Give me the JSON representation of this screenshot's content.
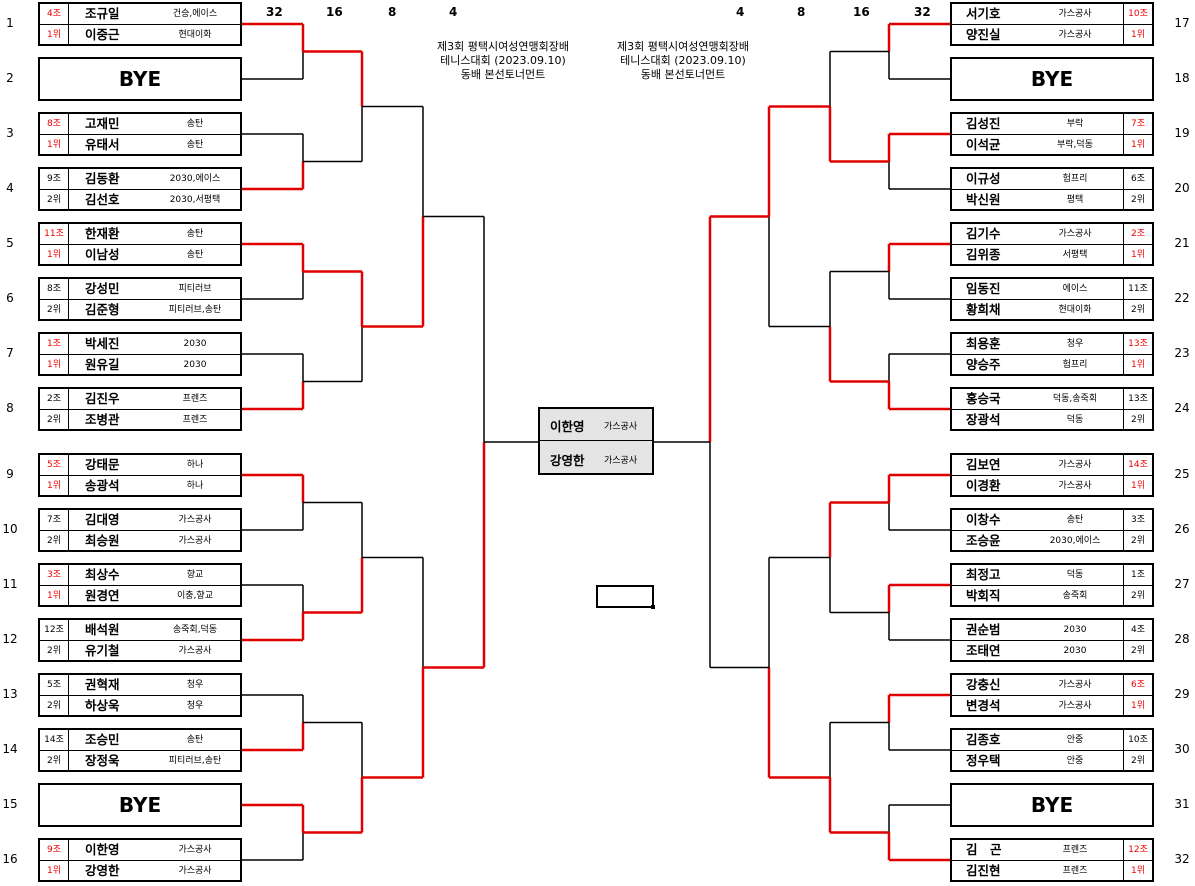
{
  "title": {
    "line1": "제3회 평택시여성연맹회장배",
    "line2": "테니스대회 (2023.09.10)",
    "line3": "동배 본선토너먼트"
  },
  "rounds": {
    "left": [
      "32",
      "16",
      "8",
      "4"
    ],
    "right": [
      "4",
      "8",
      "16",
      "32"
    ]
  },
  "bye_label": "BYE",
  "left_slots": [
    {
      "idx": "1",
      "t": "m",
      "p1": {
        "name": "조규일",
        "club": "건승,에이스"
      },
      "p2": {
        "name": "이중근",
        "club": "현대이화"
      },
      "g1": "4조",
      "g2": "1위",
      "red": true
    },
    {
      "idx": "2",
      "t": "bye"
    },
    {
      "idx": "3",
      "t": "m",
      "p1": {
        "name": "고재민",
        "club": "송탄"
      },
      "p2": {
        "name": "유태서",
        "club": "송탄"
      },
      "g1": "8조",
      "g2": "1위",
      "red": true
    },
    {
      "idx": "4",
      "t": "m",
      "p1": {
        "name": "김동환",
        "club": "2030,에이스"
      },
      "p2": {
        "name": "김선호",
        "club": "2030,서평택"
      },
      "g1": "9조",
      "g2": "2위",
      "red": false
    },
    {
      "idx": "5",
      "t": "m",
      "p1": {
        "name": "한재환",
        "club": "송탄"
      },
      "p2": {
        "name": "이남성",
        "club": "송탄"
      },
      "g1": "11조",
      "g2": "1위",
      "red": true
    },
    {
      "idx": "6",
      "t": "m",
      "p1": {
        "name": "강성민",
        "club": "피티러브"
      },
      "p2": {
        "name": "김준형",
        "club": "피티러브,송탄"
      },
      "g1": "8조",
      "g2": "2위",
      "red": false
    },
    {
      "idx": "7",
      "t": "m",
      "p1": {
        "name": "박세진",
        "club": "2030"
      },
      "p2": {
        "name": "원유길",
        "club": "2030"
      },
      "g1": "1조",
      "g2": "1위",
      "red": true
    },
    {
      "idx": "8",
      "t": "m",
      "p1": {
        "name": "김진우",
        "club": "프렌즈"
      },
      "p2": {
        "name": "조병관",
        "club": "프렌즈"
      },
      "g1": "2조",
      "g2": "2위",
      "red": false
    },
    {
      "idx": "9",
      "t": "m",
      "p1": {
        "name": "강태문",
        "club": "하나"
      },
      "p2": {
        "name": "송광석",
        "club": "하나"
      },
      "g1": "5조",
      "g2": "1위",
      "red": true
    },
    {
      "idx": "10",
      "t": "m",
      "p1": {
        "name": "김대영",
        "club": "가스공사"
      },
      "p2": {
        "name": "최승원",
        "club": "가스공사"
      },
      "g1": "7조",
      "g2": "2위",
      "red": false
    },
    {
      "idx": "11",
      "t": "m",
      "p1": {
        "name": "최상수",
        "club": "향교"
      },
      "p2": {
        "name": "원경연",
        "club": "이충,향교"
      },
      "g1": "3조",
      "g2": "1위",
      "red": true
    },
    {
      "idx": "12",
      "t": "m",
      "p1": {
        "name": "배석원",
        "club": "송죽회,덕동"
      },
      "p2": {
        "name": "유기철",
        "club": "가스공사"
      },
      "g1": "12조",
      "g2": "2위",
      "red": false
    },
    {
      "idx": "13",
      "t": "m",
      "p1": {
        "name": "권혁재",
        "club": "청우"
      },
      "p2": {
        "name": "하상욱",
        "club": "청우"
      },
      "g1": "5조",
      "g2": "2위",
      "red": false
    },
    {
      "idx": "14",
      "t": "m",
      "p1": {
        "name": "조승민",
        "club": "송탄"
      },
      "p2": {
        "name": "장정욱",
        "club": "피티러브,송탄"
      },
      "g1": "14조",
      "g2": "2위",
      "red": false
    },
    {
      "idx": "15",
      "t": "bye"
    },
    {
      "idx": "16",
      "t": "m",
      "p1": {
        "name": "이한영",
        "club": "가스공사"
      },
      "p2": {
        "name": "강영한",
        "club": "가스공사"
      },
      "g1": "9조",
      "g2": "1위",
      "red": true
    }
  ],
  "right_slots": [
    {
      "idx": "17",
      "t": "m",
      "p1": {
        "name": "서기호",
        "club": "가스공사"
      },
      "p2": {
        "name": "양진실",
        "club": "가스공사"
      },
      "g1": "10조",
      "g2": "1위",
      "red": true
    },
    {
      "idx": "18",
      "t": "bye"
    },
    {
      "idx": "19",
      "t": "m",
      "p1": {
        "name": "김성진",
        "club": "부락"
      },
      "p2": {
        "name": "이석균",
        "club": "부락,덕동"
      },
      "g1": "7조",
      "g2": "1위",
      "red": true
    },
    {
      "idx": "20",
      "t": "m",
      "p1": {
        "name": "이규성",
        "club": "험프리"
      },
      "p2": {
        "name": "박신원",
        "club": "평택"
      },
      "g1": "6조",
      "g2": "2위",
      "red": false
    },
    {
      "idx": "21",
      "t": "m",
      "p1": {
        "name": "김기수",
        "club": "가스공사"
      },
      "p2": {
        "name": "김위종",
        "club": "서평택"
      },
      "g1": "2조",
      "g2": "1위",
      "red": true
    },
    {
      "idx": "22",
      "t": "m",
      "p1": {
        "name": "임동진",
        "club": "에이스"
      },
      "p2": {
        "name": "황희채",
        "club": "현대이화"
      },
      "g1": "11조",
      "g2": "2위",
      "red": false
    },
    {
      "idx": "23",
      "t": "m",
      "p1": {
        "name": "최용훈",
        "club": "청우"
      },
      "p2": {
        "name": "양승주",
        "club": "험프리"
      },
      "g1": "13조",
      "g2": "1위",
      "red": true
    },
    {
      "idx": "24",
      "t": "m",
      "p1": {
        "name": "홍승국",
        "club": "덕동,송죽회"
      },
      "p2": {
        "name": "장광석",
        "club": "덕동"
      },
      "g1": "13조",
      "g2": "2위",
      "red": false
    },
    {
      "idx": "25",
      "t": "m",
      "p1": {
        "name": "김보연",
        "club": "가스공사"
      },
      "p2": {
        "name": "이경환",
        "club": "가스공사"
      },
      "g1": "14조",
      "g2": "1위",
      "red": true
    },
    {
      "idx": "26",
      "t": "m",
      "p1": {
        "name": "이창수",
        "club": "송탄"
      },
      "p2": {
        "name": "조승윤",
        "club": "2030,에이스"
      },
      "g1": "3조",
      "g2": "2위",
      "red": false
    },
    {
      "idx": "27",
      "t": "m",
      "p1": {
        "name": "최정고",
        "club": "덕동"
      },
      "p2": {
        "name": "박회직",
        "club": "송죽회"
      },
      "g1": "1조",
      "g2": "2위",
      "red": false
    },
    {
      "idx": "28",
      "t": "m",
      "p1": {
        "name": "권순범",
        "club": "2030"
      },
      "p2": {
        "name": "조태연",
        "club": "2030"
      },
      "g1": "4조",
      "g2": "2위",
      "red": false
    },
    {
      "idx": "29",
      "t": "m",
      "p1": {
        "name": "강충신",
        "club": "가스공사"
      },
      "p2": {
        "name": "변경석",
        "club": "가스공사"
      },
      "g1": "6조",
      "g2": "1위",
      "red": true
    },
    {
      "idx": "30",
      "t": "m",
      "p1": {
        "name": "김종호",
        "club": "안중"
      },
      "p2": {
        "name": "정우택",
        "club": "안중"
      },
      "g1": "10조",
      "g2": "2위",
      "red": false
    },
    {
      "idx": "31",
      "t": "bye"
    },
    {
      "idx": "32",
      "t": "m",
      "p1": {
        "name": "김　곤",
        "club": "프렌즈"
      },
      "p2": {
        "name": "김진현",
        "club": "프렌즈"
      },
      "g1": "12조",
      "g2": "1위",
      "red": true
    }
  ],
  "champion": {
    "p1": {
      "name": "이한영",
      "club": "가스공사"
    },
    "p2": {
      "name": "강영한",
      "club": "가스공사"
    }
  },
  "colors": {
    "winner_line": "#e00000",
    "line": "#000000",
    "group_rank_red": "#e00000",
    "champion_fill": "#e4e4e4"
  }
}
